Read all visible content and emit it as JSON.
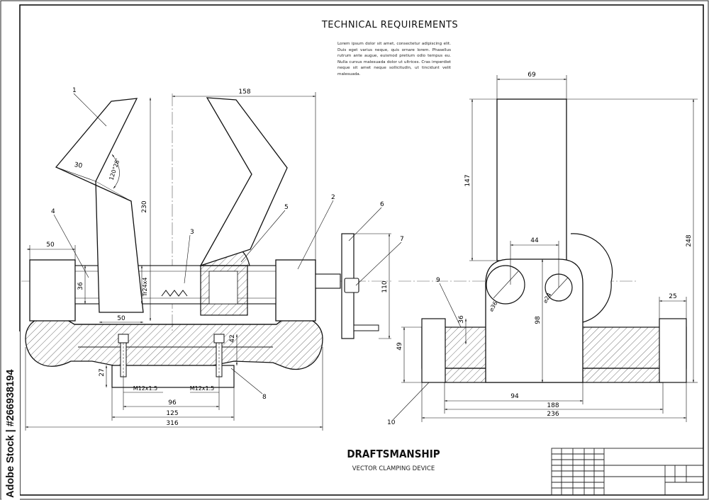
{
  "requirements": {
    "title": "TECHNICAL REQUIREMENTS",
    "body": "Lorem ipsum dolor sit amet, consectetur adipiscing elit. Duis eget varius neque, quis ornare lorem. Phasellus rutrum ante augue, euismod pretium odio tempus eu. Nulla cursus malesuada dolor ut ultrices. Cras imperdiet neque sit amet neque sollicitudin, ut tincidunt velit malesuada."
  },
  "title_block": {
    "brand": "DRAFTSMANSHIP",
    "subtitle": "VECTOR CLAMPING DEVICE"
  },
  "watermark": "Adobe Stock | #266938194",
  "front_view": {
    "dims": {
      "d158": "158",
      "d230": "230",
      "d30": "30",
      "angle": "120°28'",
      "d50_top": "50",
      "d36": "36",
      "d50_bot": "50",
      "thread": "Tr24x4",
      "d110": "110",
      "d42": "42",
      "d27": "27",
      "m12a": "M12x1.5",
      "m12b": "M12x1.5",
      "d96": "96",
      "d125": "125",
      "d316": "316"
    },
    "callouts": {
      "c1": "1",
      "c2": "2",
      "c3": "3",
      "c4": "4",
      "c5": "5",
      "c6": "6",
      "c7": "7",
      "c8": "8"
    }
  },
  "side_view": {
    "dims": {
      "d69": "69",
      "d147": "147",
      "d248": "248",
      "d44": "44",
      "dia36": "⌀36",
      "dia24": "⌀24",
      "d98": "98",
      "d25": "25",
      "d36": "36",
      "d49": "49",
      "d94": "94",
      "d188": "188",
      "d236": "236"
    },
    "callouts": {
      "c9": "9",
      "c10": "10"
    }
  }
}
